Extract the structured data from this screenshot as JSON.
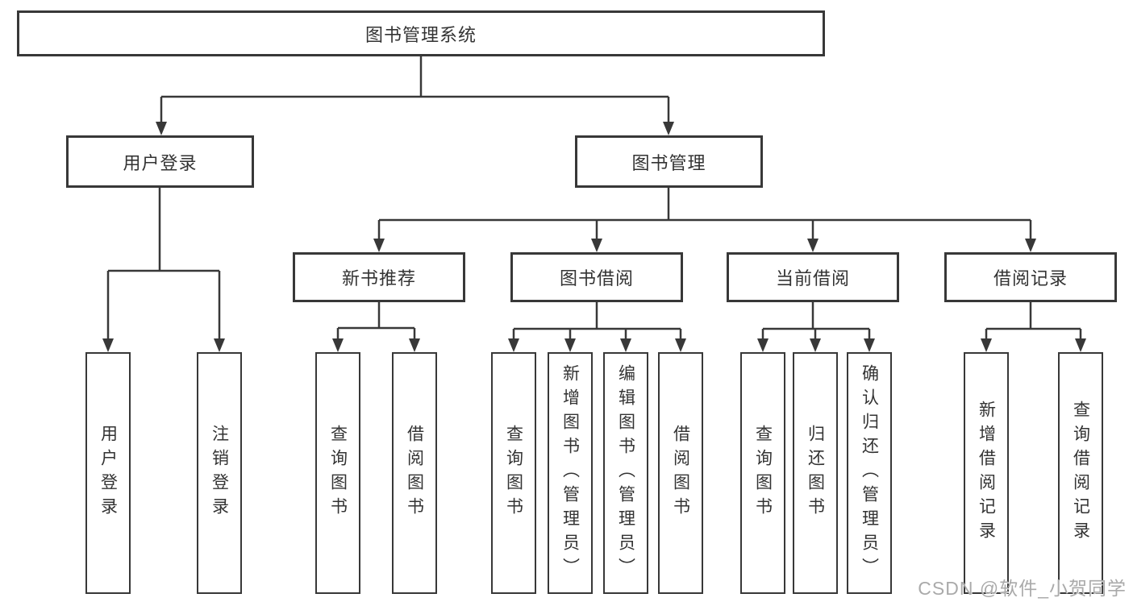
{
  "tree": {
    "root": "图书管理系统",
    "branches": [
      {
        "label": "用户登录",
        "children": [
          "用户登录",
          "注销登录"
        ]
      },
      {
        "label": "图书管理",
        "children": [
          {
            "label": "新书推荐",
            "children": [
              "查询图书",
              "借阅图书"
            ]
          },
          {
            "label": "图书借阅",
            "children": [
              "查询图书",
              "新增图书（管理员）",
              "编辑图书（管理员）",
              "借阅图书"
            ]
          },
          {
            "label": "当前借阅",
            "children": [
              "查询图书",
              "归还图书",
              "确认归还（管理员）"
            ]
          },
          {
            "label": "借阅记录",
            "children": [
              "新增借阅记录",
              "查询借阅记录"
            ]
          }
        ]
      }
    ]
  },
  "watermark": {
    "text": "CSDN @软件_小贺同学"
  },
  "colors": {
    "line": "#383838",
    "text": "#333333",
    "background": "#ffffff",
    "watermark": "#aaaaaa"
  }
}
